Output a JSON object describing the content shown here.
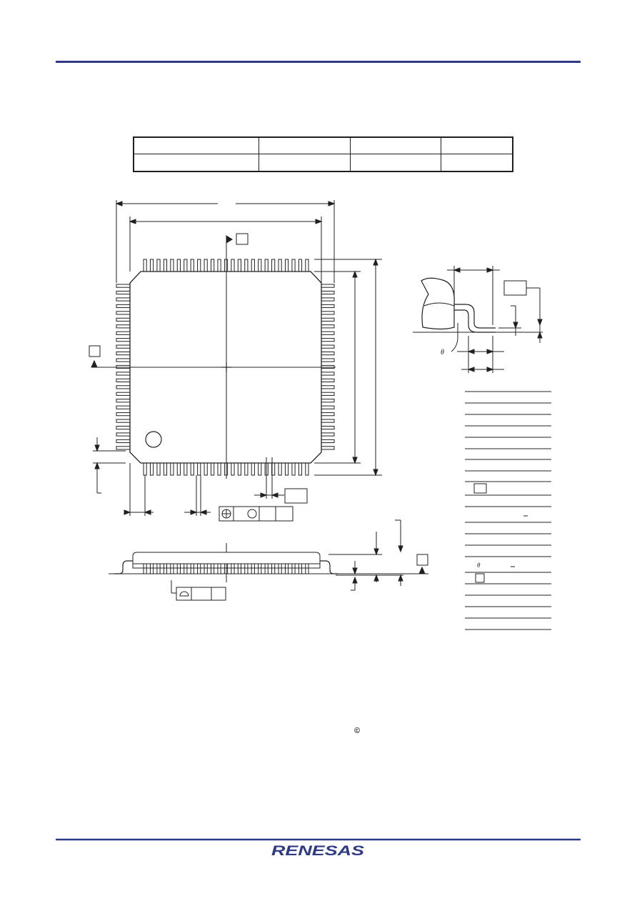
{
  "document": {
    "header_rule_color": "#2e3a87",
    "footer_rule_color": "#2e3a87",
    "logo": {
      "text": "RENESAS",
      "color": "#2e3a87",
      "icon": "renesas-logo"
    },
    "copyright_symbol": "©"
  },
  "package_info_table": {
    "rows": [
      [
        "",
        "",
        "",
        ""
      ],
      [
        "",
        "",
        "",
        ""
      ]
    ]
  },
  "dimension_table": {
    "symbols": [
      "",
      "",
      "",
      "",
      "",
      "",
      "",
      "",
      "",
      "",
      "",
      "",
      "",
      "",
      "",
      "",
      "",
      "",
      "",
      "",
      ""
    ],
    "theta_symbol": "θ",
    "lead_angle_symbol": "θ"
  }
}
